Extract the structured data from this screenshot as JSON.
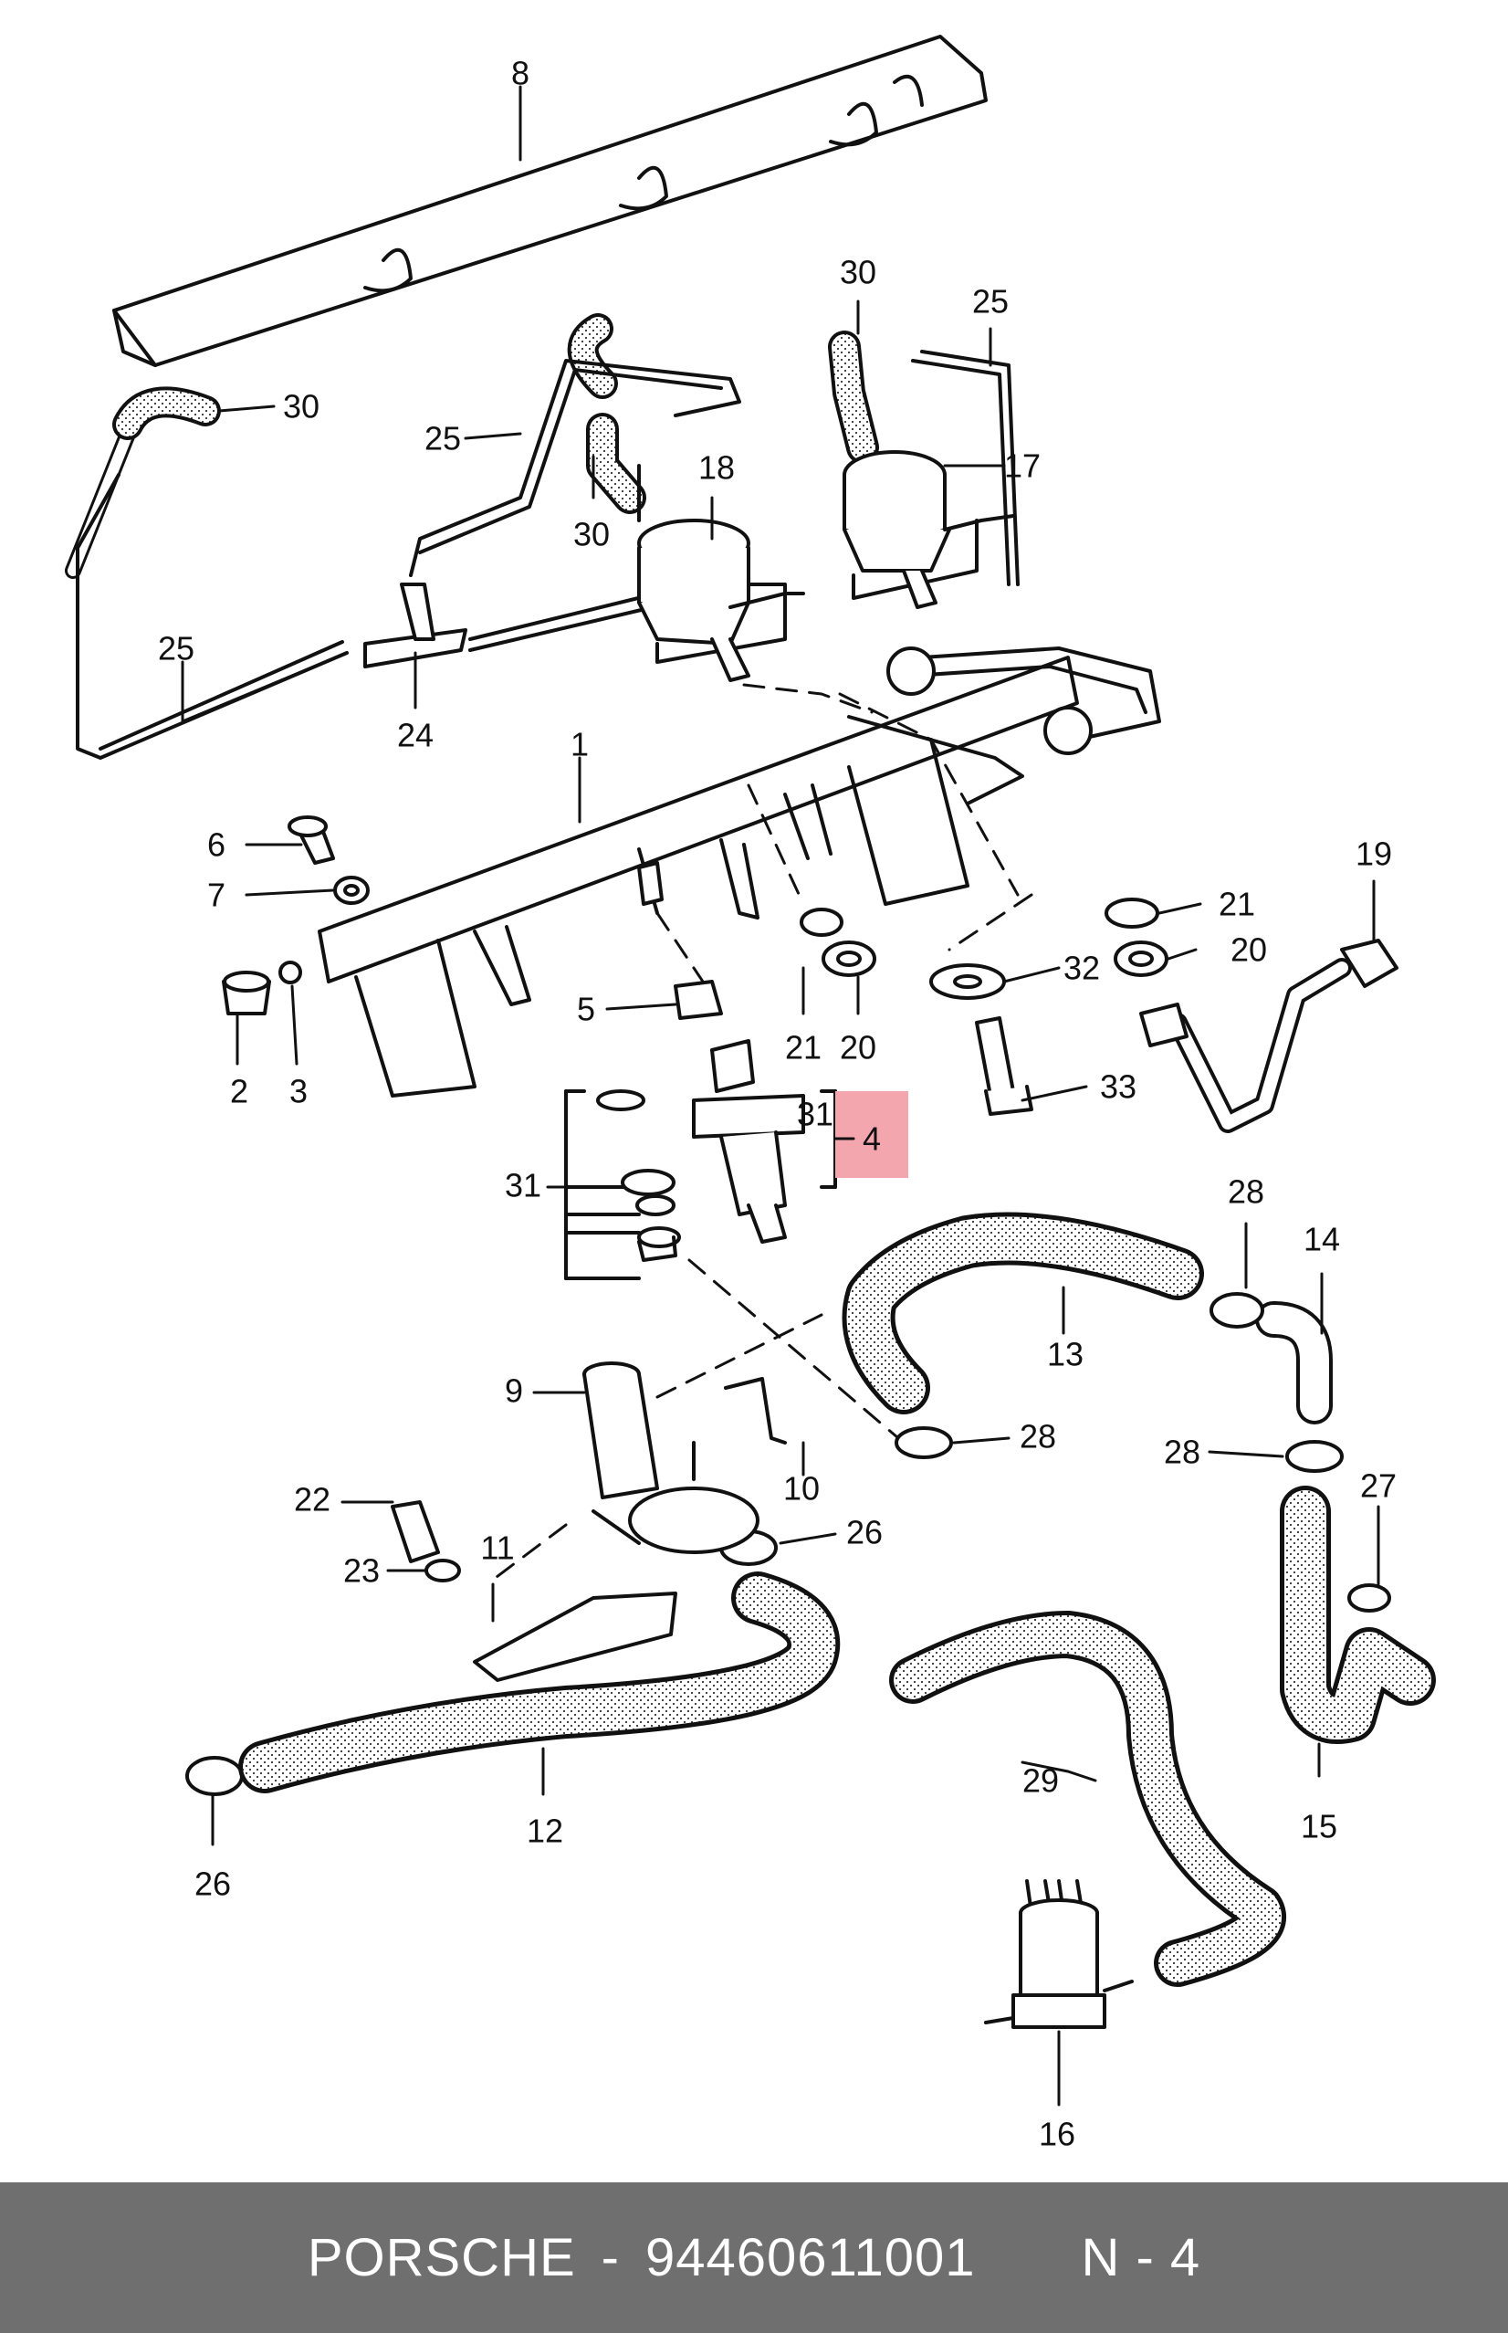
{
  "diagram": {
    "highlight_color": "#f4a6ae",
    "line_color": "#111111",
    "hose_fill": "#f2f2f2",
    "callouts": [
      {
        "id": "c8",
        "text": "8"
      },
      {
        "id": "c30a",
        "text": "30"
      },
      {
        "id": "c25a",
        "text": "25"
      },
      {
        "id": "c30b",
        "text": "30"
      },
      {
        "id": "c25b",
        "text": "25"
      },
      {
        "id": "c30c",
        "text": "30"
      },
      {
        "id": "c18",
        "text": "18"
      },
      {
        "id": "c17",
        "text": "17"
      },
      {
        "id": "c25c",
        "text": "25"
      },
      {
        "id": "c24",
        "text": "24"
      },
      {
        "id": "c1",
        "text": "1"
      },
      {
        "id": "c6",
        "text": "6"
      },
      {
        "id": "c7",
        "text": "7"
      },
      {
        "id": "c19",
        "text": "19"
      },
      {
        "id": "c21a",
        "text": "21"
      },
      {
        "id": "c20a",
        "text": "20"
      },
      {
        "id": "c32",
        "text": "32"
      },
      {
        "id": "c5",
        "text": "5"
      },
      {
        "id": "c21b",
        "text": "21"
      },
      {
        "id": "c20b",
        "text": "20"
      },
      {
        "id": "c2",
        "text": "2"
      },
      {
        "id": "c3",
        "text": "3"
      },
      {
        "id": "c33",
        "text": "33"
      },
      {
        "id": "c31a",
        "text": "31"
      },
      {
        "id": "c4",
        "text": "4"
      },
      {
        "id": "c31b",
        "text": "31"
      },
      {
        "id": "c28a",
        "text": "28"
      },
      {
        "id": "c14",
        "text": "14"
      },
      {
        "id": "c13",
        "text": "13"
      },
      {
        "id": "c9",
        "text": "9"
      },
      {
        "id": "c28b",
        "text": "28"
      },
      {
        "id": "c28c",
        "text": "28"
      },
      {
        "id": "c27",
        "text": "27"
      },
      {
        "id": "c10",
        "text": "10"
      },
      {
        "id": "c22",
        "text": "22"
      },
      {
        "id": "c26a",
        "text": "26"
      },
      {
        "id": "c23",
        "text": "23"
      },
      {
        "id": "c11",
        "text": "11"
      },
      {
        "id": "c29",
        "text": "29"
      },
      {
        "id": "c12",
        "text": "12"
      },
      {
        "id": "c15",
        "text": "15"
      },
      {
        "id": "c26b",
        "text": "26"
      },
      {
        "id": "c16",
        "text": "16"
      }
    ]
  },
  "footer": {
    "brand": "PORSCHE",
    "separator": "-",
    "part_number": "94460611001",
    "position": "N - 4"
  }
}
